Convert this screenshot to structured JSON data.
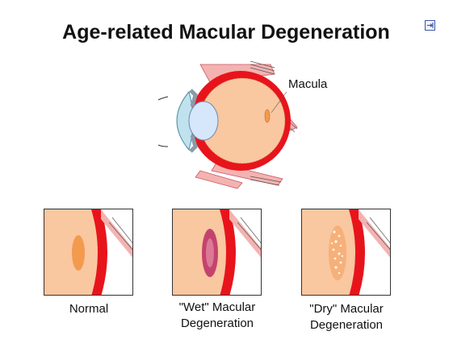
{
  "title": "Age-related Macular Degeneration",
  "icons": {
    "corner": "exit-icon"
  },
  "main_label": "Macula",
  "panels": [
    {
      "caption_line1": "Normal",
      "caption_line2": ""
    },
    {
      "caption_line1": "\"Wet\" Macular",
      "caption_line2": "Degeneration"
    },
    {
      "caption_line1": "\"Dry\" Macular",
      "caption_line2": "Degeneration"
    }
  ],
  "colors": {
    "sclera": "#e8141c",
    "vitreous": "#f9c7a0",
    "lens": "#d6e6fb",
    "cornea": "#bfe2ee",
    "muscle": "#f3b3b1",
    "normal_macula": "#f39a4e",
    "wet_macula": "#c4436e",
    "dry_macula": "#f6b07a"
  }
}
